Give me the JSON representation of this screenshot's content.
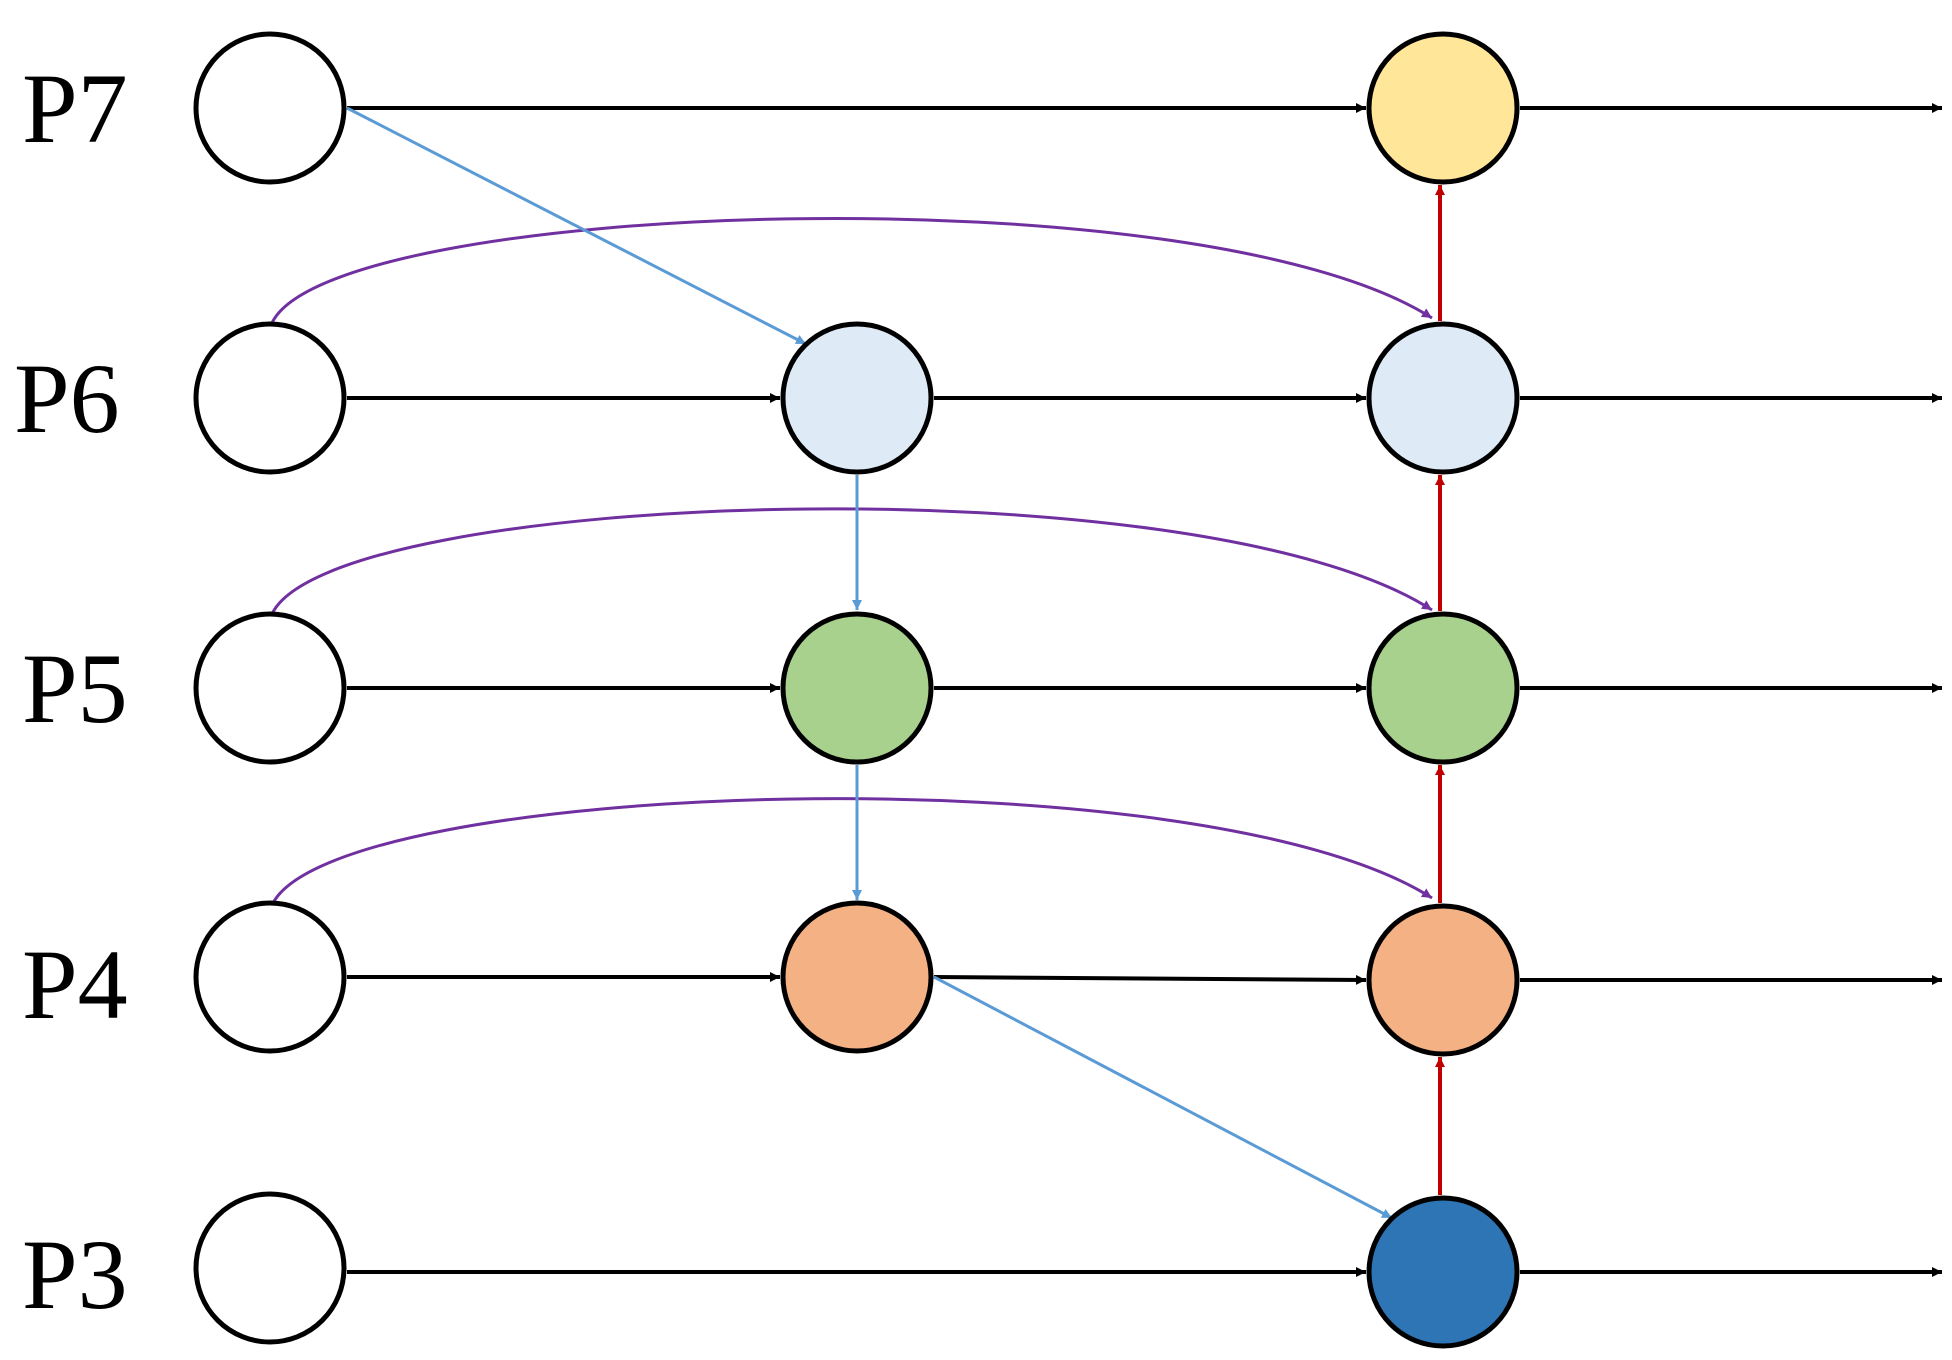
{
  "levels": [
    {
      "id": "p7",
      "label": "P7"
    },
    {
      "id": "p6",
      "label": "P6"
    },
    {
      "id": "p5",
      "label": "P5"
    },
    {
      "id": "p4",
      "label": "P4"
    },
    {
      "id": "p3",
      "label": "P3"
    }
  ],
  "colors": {
    "input_node": "#ffffff",
    "p7_output": "#ffe699",
    "p6": "#deebf7",
    "p5": "#a9d18e",
    "p4": "#f4b183",
    "p3_output": "#2e75b6",
    "lateral_edge": "#000000",
    "top_down_edge": "#5b9bd5",
    "bottom_up_edge": "#c00000",
    "skip_edge": "#7030a0",
    "node_border": "#000000"
  }
}
